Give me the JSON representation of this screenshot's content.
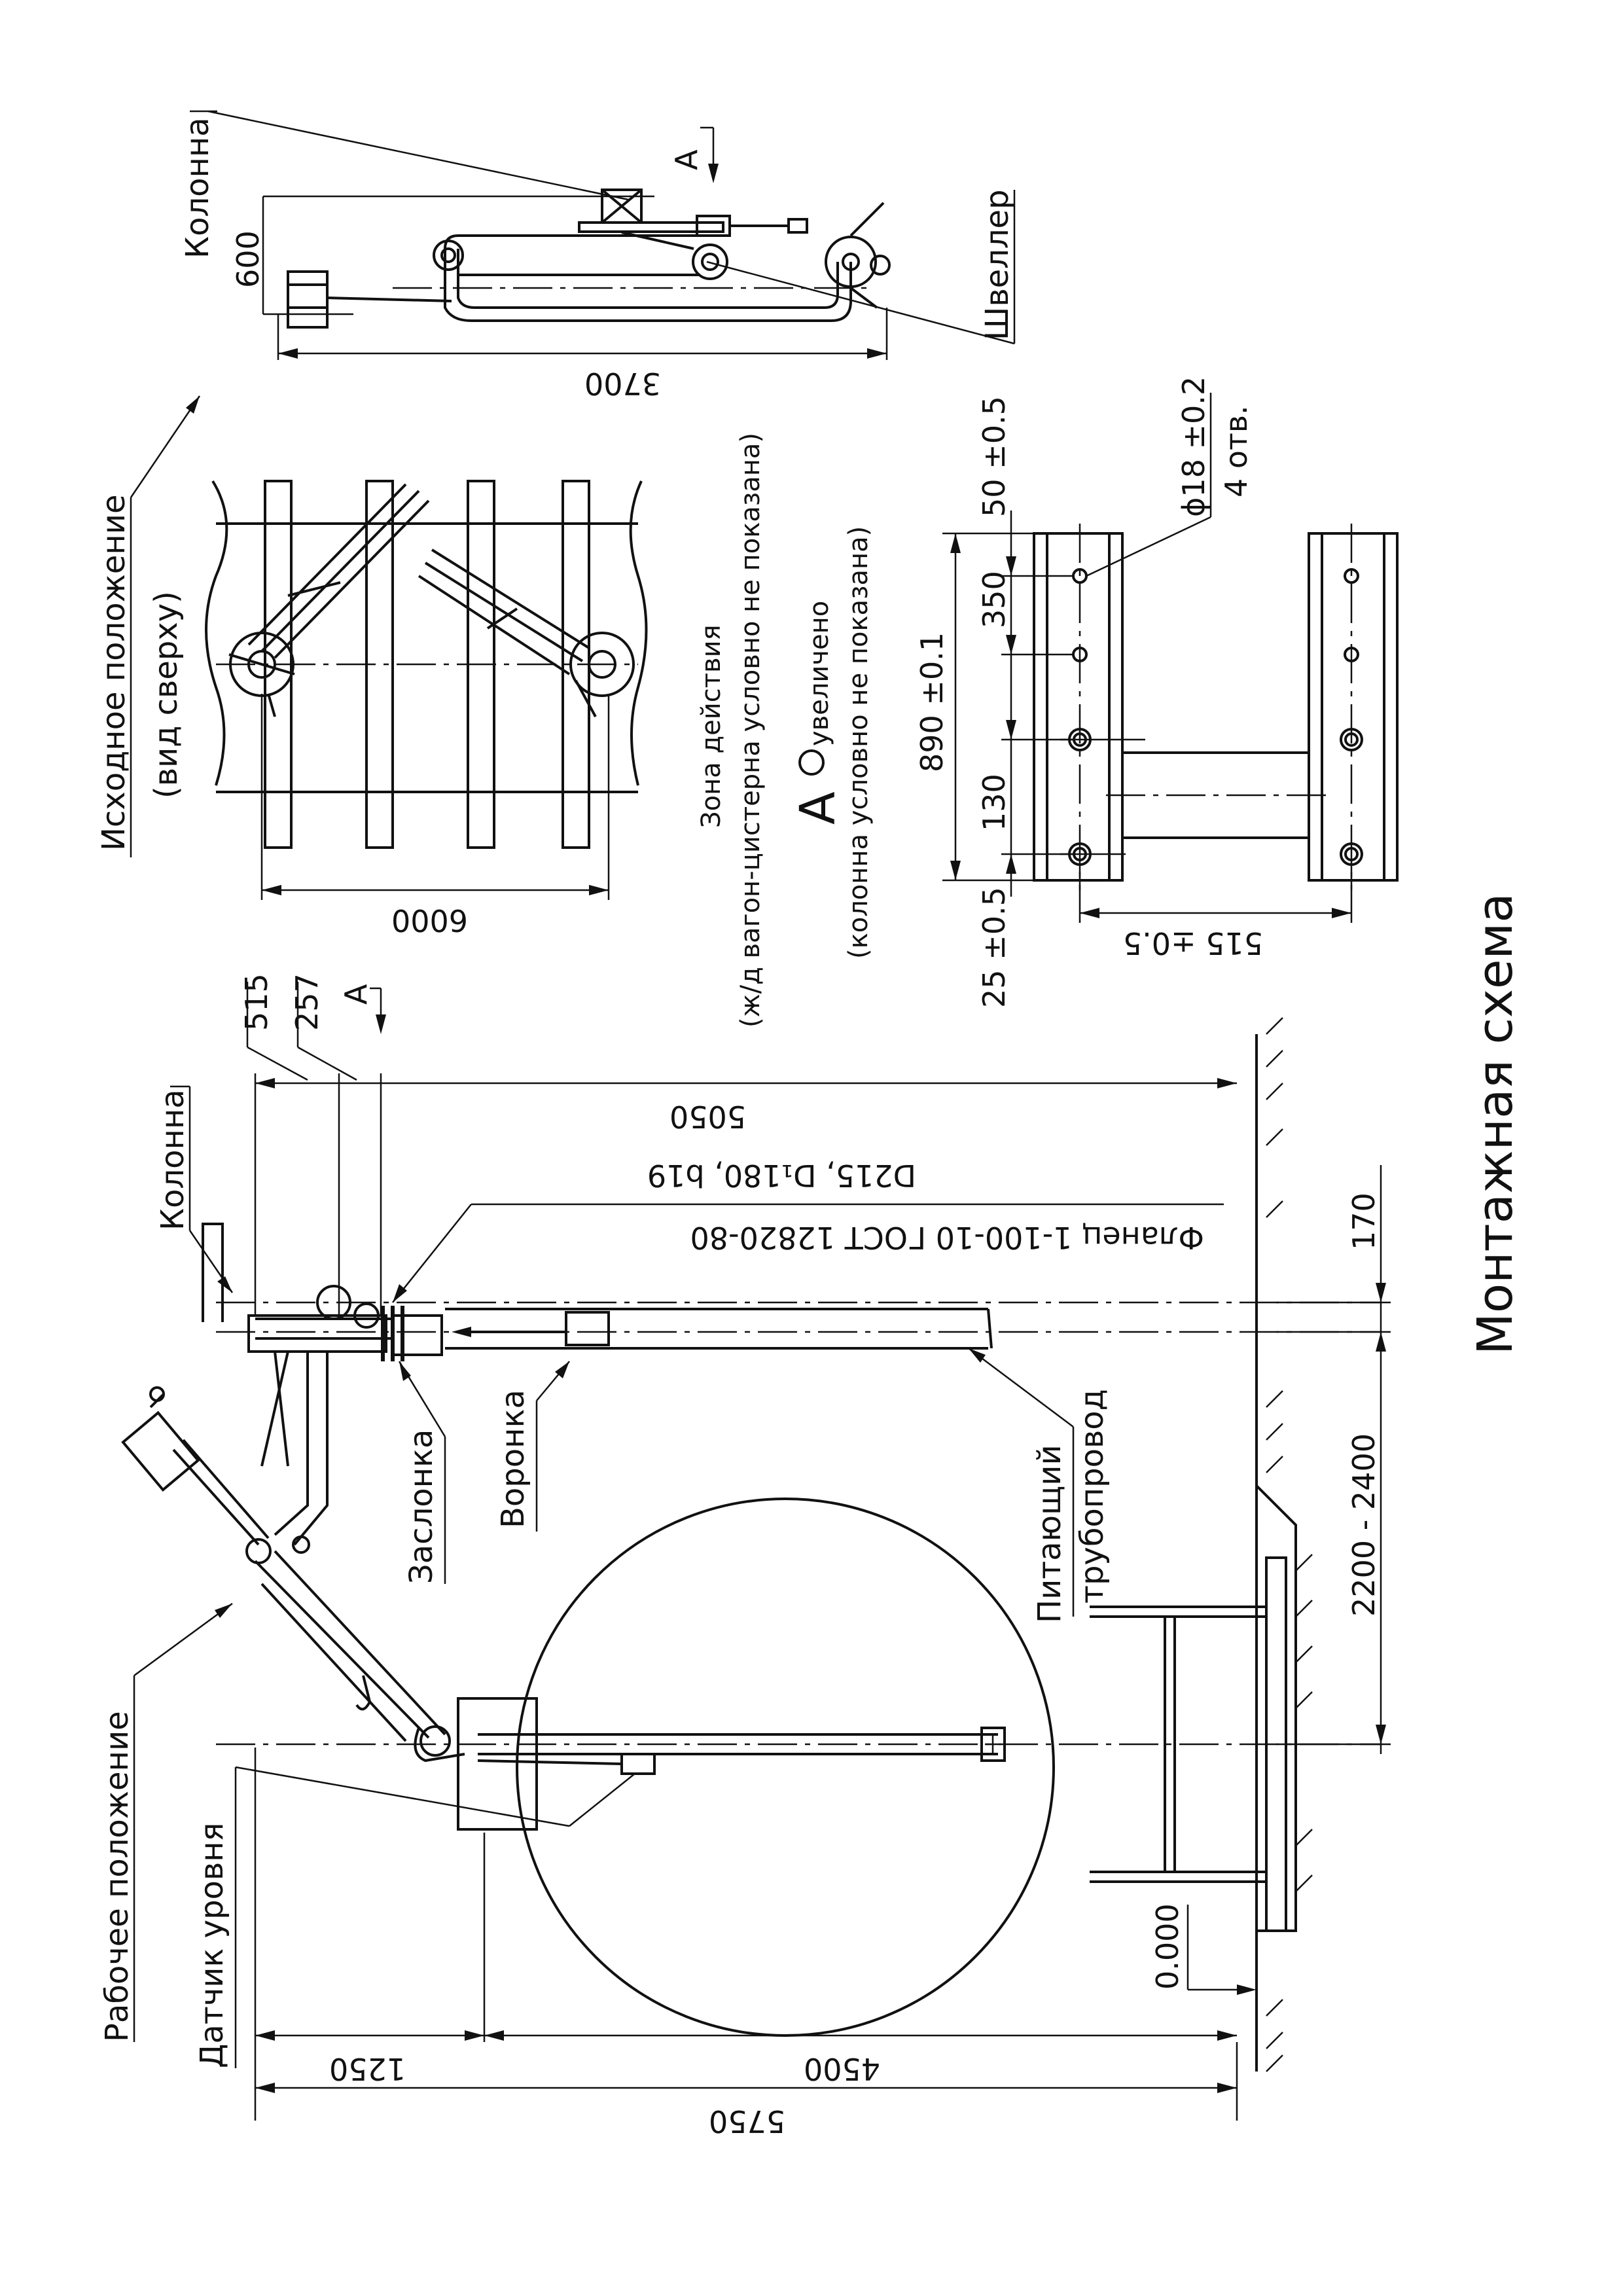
{
  "title": "Монтажная схема",
  "labels": {
    "kolonna_top": "Колонна",
    "shveller": "Швеллер",
    "section_a": "А",
    "ishodnoe": "Исходное положение",
    "vid_sverhu": "(вид сверху)",
    "zona": "Зона действия",
    "zona_note": "(ж/д вагон-цистерна условно не показана)",
    "a_view": "А",
    "uvelicheno": "увеличено",
    "a_note": "(колонна условно не показана)",
    "otv_count": "4 отв.",
    "kolonna_main": "Колонна",
    "flanec": "Фланец 1-100-10 ГОСТ 12820-80",
    "flanec_params": "D215, D₁180, b19",
    "zaslonka": "Заслонка",
    "voronka": "Воронка",
    "pitayushiy_1": "Питающий",
    "pitayushiy_2": "трубопровод",
    "rabochee": "Рабочее положение",
    "datchik": "Датчик уровня",
    "level": "0.000"
  },
  "dimensions": {
    "d600": "600",
    "d3700": "3700",
    "d6000": "6000",
    "d50": "50 ±0.5",
    "d350": "350",
    "d890": "890 ±0.1",
    "d130": "130",
    "d25": "25 ±0.5",
    "d18": "ϕ18 ±0.2",
    "d515a": "515 ±0.5",
    "d515": "515",
    "d257": "257",
    "d5050": "5050",
    "d170": "170",
    "d2200": "2200 - 2400",
    "d1250": "1250",
    "d4500": "4500",
    "d5750": "5750"
  }
}
